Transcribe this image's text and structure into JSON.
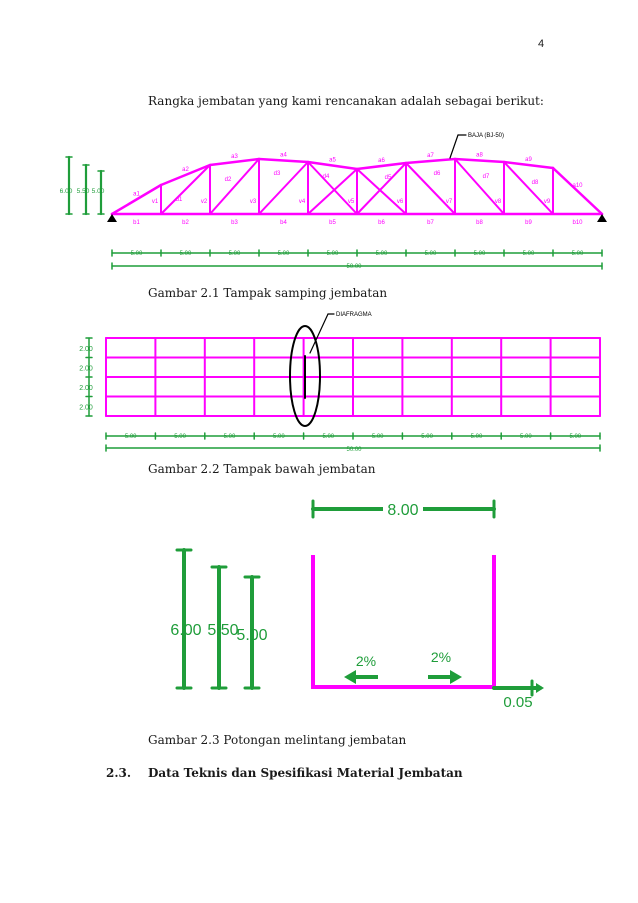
{
  "page_number": "4",
  "intro": "Rangka jembatan yang kami rencanakan adalah sebagai berikut:",
  "fig1": {
    "caption": "Gambar 2.1 Tampak samping jembatan",
    "material_label": "BAJA (BJ-50)",
    "heights": [
      "6.00",
      "5.50",
      "5.00"
    ],
    "top_chords": [
      "a1",
      "a2",
      "a3",
      "a4",
      "a5",
      "a6",
      "a7",
      "a8",
      "a9",
      "a10"
    ],
    "diagonals": [
      "d1",
      "d2",
      "d3",
      "d4",
      "d5",
      "d6",
      "d7",
      "d8"
    ],
    "verticals": [
      "v1",
      "v2",
      "v3",
      "v4",
      "v5",
      "v6",
      "v7",
      "v8",
      "v9"
    ],
    "bottom_chords": [
      "b1",
      "b2",
      "b3",
      "b4",
      "b5",
      "b6",
      "b7",
      "b8",
      "b9",
      "b10"
    ],
    "segments": [
      "5.00",
      "5.00",
      "5.00",
      "5.00",
      "5.00",
      "5.00",
      "5.00",
      "5.00",
      "5.00",
      "5.00"
    ],
    "total": "50.00"
  },
  "fig2": {
    "caption": "Gambar 2.2 Tampak bawah jembatan",
    "diaphragm_label": "DIAFRAGMA",
    "widths": [
      "2.00",
      "2.00",
      "2.00",
      "2.00"
    ],
    "segments": [
      "5.00",
      "5.00",
      "5.00",
      "5.00",
      "5.00",
      "5.00",
      "5.00",
      "5.00",
      "5.00",
      "5.00"
    ],
    "total": "50.00"
  },
  "fig3": {
    "caption": "Gambar 2.3 Potongan melintang jembatan",
    "width": "8.00",
    "heights": [
      "6.00",
      "5.50",
      "5.00"
    ],
    "slope_left": "2%",
    "slope_right": "2%",
    "thickness": "0.05"
  },
  "section": {
    "number": "2.3.",
    "title": "Data Teknis dan Spesifikasi Material Jembatan"
  },
  "colors": {
    "member": "#ff00ff",
    "dimension": "#1f9d3a",
    "ink": "#000000"
  }
}
